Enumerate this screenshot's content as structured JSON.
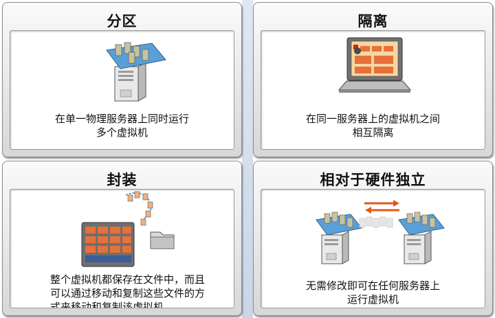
{
  "panels": {
    "partition": {
      "title": "分区",
      "caption_lines": [
        "在单一物理服务器上同时运行",
        "多个虚拟机"
      ],
      "icons": [
        "server-tower-icon",
        "virtual-machine-stack-icon"
      ]
    },
    "isolation": {
      "title": "隔离",
      "caption_lines": [
        "在同一服务器上的虚拟机之间",
        "相互隔离"
      ],
      "icons": [
        "laptop-icon",
        "virtual-machine-window-icon"
      ]
    },
    "encapsulation": {
      "title": "封装",
      "caption_lines": [
        "整个虚拟机都保存在文件中，而且",
        "可以通过移动和复制这些文件的方",
        "式来移动和复制该虚拟机"
      ],
      "icons": [
        "vm-grid-icon",
        "file-chain-icon",
        "folder-icon"
      ]
    },
    "hardware_independence": {
      "title": "相对于硬件独立",
      "caption_lines": [
        "无需修改即可在任何服务器上",
        "运行虚拟机"
      ],
      "icons": [
        "server-tower-icon",
        "transfer-arrows-icon",
        "server-tower-icon"
      ]
    }
  },
  "colors": {
    "vm_tray": "#5aa0d8",
    "vm_box": "#c7c2a0",
    "arrow": "#e5561b",
    "vm_tile": "#e8703a"
  }
}
